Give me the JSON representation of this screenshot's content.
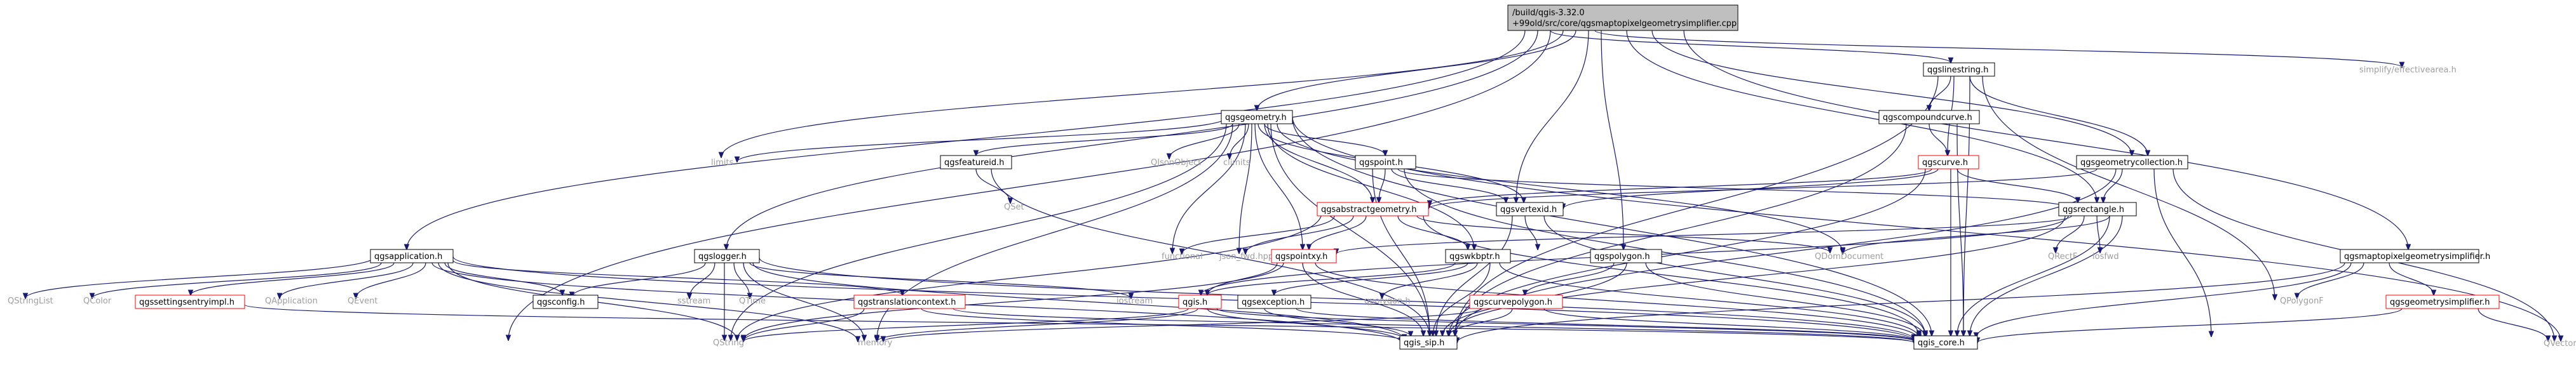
{
  "colors": {
    "edge": "#191970",
    "root_fill": "#bfbfbf",
    "red_border": "#ff0000",
    "gray_text": "#9e9e9e"
  },
  "nodes": {
    "root": [
      "/build/qgis-3.32.0",
      "+99old/src/core/qgsmaptopixelgeometrysimplifier.cpp"
    ],
    "qgslinestring_h": "qgslinestring.h",
    "simplify_effectivearea_h": "simplify/effectivearea.h",
    "qgsgeometry_h": "qgsgeometry.h",
    "qgscompoundcurve_h": "qgscompoundcurve.h",
    "limits": "limits",
    "qgsfeatureid_h": "qgsfeatureid.h",
    "qjsonobject": "QJsonObject",
    "climits": "climits",
    "qgspoint_h": "qgspoint.h",
    "qgscurve_h": "qgscurve.h",
    "qgsgeometrycollection_h": "qgsgeometrycollection.h",
    "qset": "QSet",
    "qgsabstractgeometry_h": "qgsabstractgeometry.h",
    "qgsvertexid_h": "qgsvertexid.h",
    "qgsrectangle_h": "qgsrectangle.h",
    "qgsapplication_h": "qgsapplication.h",
    "qgslogger_h": "qgslogger.h",
    "functional": "functional",
    "json_fwd_hpp": "json_fwd.hpp",
    "qgspointxy_h": "qgspointxy.h",
    "qgswkbptr_h": "qgswkbptr.h",
    "qgspolygon_h": "qgspolygon.h",
    "qdomdocument": "QDomDocument",
    "qrectf": "QRectF",
    "iosfwd": "iosfwd",
    "qgsmaptopixelgeometrysimplifier_h": "qgsmaptopixelgeometrysimplifier.h",
    "qstringlist": "QStringList",
    "qcolor": "QColor",
    "qgssettingsentryimpl_h": "qgssettingsentryimpl.h",
    "qapplication": "QApplication",
    "qevent": "QEvent",
    "qgsconfig_h": "qgsconfig.h",
    "sstream": "sstream",
    "qtime": "QTime",
    "qgstranslationcontext_h": "qgstranslationcontext.h",
    "iostream": "iostream",
    "qgis_h": "qgis.h",
    "qgsexception_h": "qgsexception.h",
    "qpolygon_h": "qpolygon.h",
    "qgscurvepolygon_h": "qgscurvepolygon.h",
    "qpolygonf": "QPolygonF",
    "qgsgeometrysimplifier_h": "qgsgeometrysimplifier.h",
    "qvector": "QVector",
    "qstring": "QString",
    "memory": "memory",
    "qgis_sip_h": "qgis_sip.h",
    "qgis_core_h": "qgis_core.h"
  }
}
